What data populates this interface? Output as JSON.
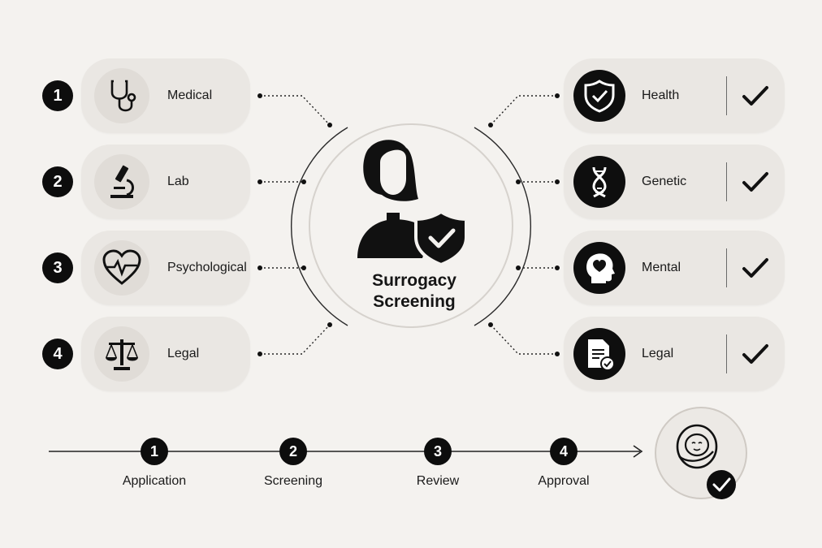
{
  "center": {
    "title_line1": "Surrogacy",
    "title_line2": "Screening"
  },
  "left_items": [
    {
      "number": "1",
      "label": "Medical",
      "icon": "stethoscope-icon"
    },
    {
      "number": "2",
      "label": "Lab",
      "icon": "microscope-icon"
    },
    {
      "number": "3",
      "label": "Psychological",
      "icon": "heart-pulse-icon"
    },
    {
      "number": "4",
      "label": "Legal",
      "icon": "scales-icon"
    }
  ],
  "right_items": [
    {
      "label": "Health",
      "icon": "shield-check-icon",
      "status": "checked"
    },
    {
      "label": "Genetic",
      "icon": "dna-icon",
      "status": "checked"
    },
    {
      "label": "Mental",
      "icon": "head-heart-icon",
      "status": "checked"
    },
    {
      "label": "Legal",
      "icon": "document-check-icon",
      "status": "checked"
    }
  ],
  "timeline": [
    {
      "number": "1",
      "label": "Application"
    },
    {
      "number": "2",
      "label": "Screening"
    },
    {
      "number": "3",
      "label": "Review"
    },
    {
      "number": "4",
      "label": "Approval"
    }
  ],
  "end_icon": "baby-check-icon",
  "colors": {
    "background": "#f4f2ef",
    "card": "#eae7e3",
    "ink": "#0d0d0d"
  }
}
